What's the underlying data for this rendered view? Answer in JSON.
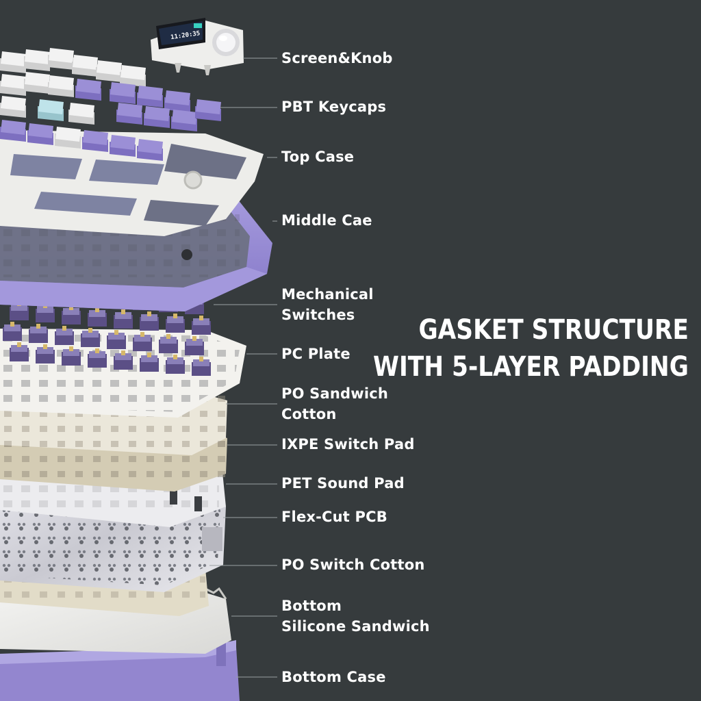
{
  "headline": {
    "line1": "GASKET STRUCTURE",
    "line2": "WITH 5-LAYER PADDING"
  },
  "screen": {
    "clock": "11:20:35"
  },
  "layers": [
    {
      "id": "screen-knob",
      "lines": [
        "Screen&Knob"
      ]
    },
    {
      "id": "pbt-keycaps",
      "lines": [
        "PBT Keycaps"
      ]
    },
    {
      "id": "top-case",
      "lines": [
        "Top Case"
      ]
    },
    {
      "id": "middle-case",
      "lines": [
        "Middle Cae"
      ]
    },
    {
      "id": "mechanical-switches",
      "lines": [
        "Mechanical",
        "Switches"
      ]
    },
    {
      "id": "pc-plate",
      "lines": [
        "PC Plate"
      ]
    },
    {
      "id": "po-sandwich-cotton",
      "lines": [
        "PO Sandwich",
        "Cotton"
      ]
    },
    {
      "id": "ixpe-switch-pad",
      "lines": [
        "IXPE Switch Pad"
      ]
    },
    {
      "id": "pet-sound-pad",
      "lines": [
        "PET Sound Pad"
      ]
    },
    {
      "id": "flex-cut-pcb",
      "lines": [
        "Flex-Cut PCB"
      ]
    },
    {
      "id": "po-switch-cotton",
      "lines": [
        "PO Switch Cotton"
      ]
    },
    {
      "id": "bottom-silicone-sandwich",
      "lines": [
        "Bottom",
        "Silicone Sandwich"
      ]
    },
    {
      "id": "bottom-case",
      "lines": [
        "Bottom Case"
      ]
    }
  ],
  "colors": {
    "background": "#363b3d",
    "lavender": "#9b8fd6",
    "lavender_dark": "#7d6fc0",
    "white_part": "#f1f1ee",
    "cream": "#e4dfcf",
    "beige": "#cfc8b3",
    "silver": "#d8d8de",
    "leader_line": "#9aa0a3"
  }
}
